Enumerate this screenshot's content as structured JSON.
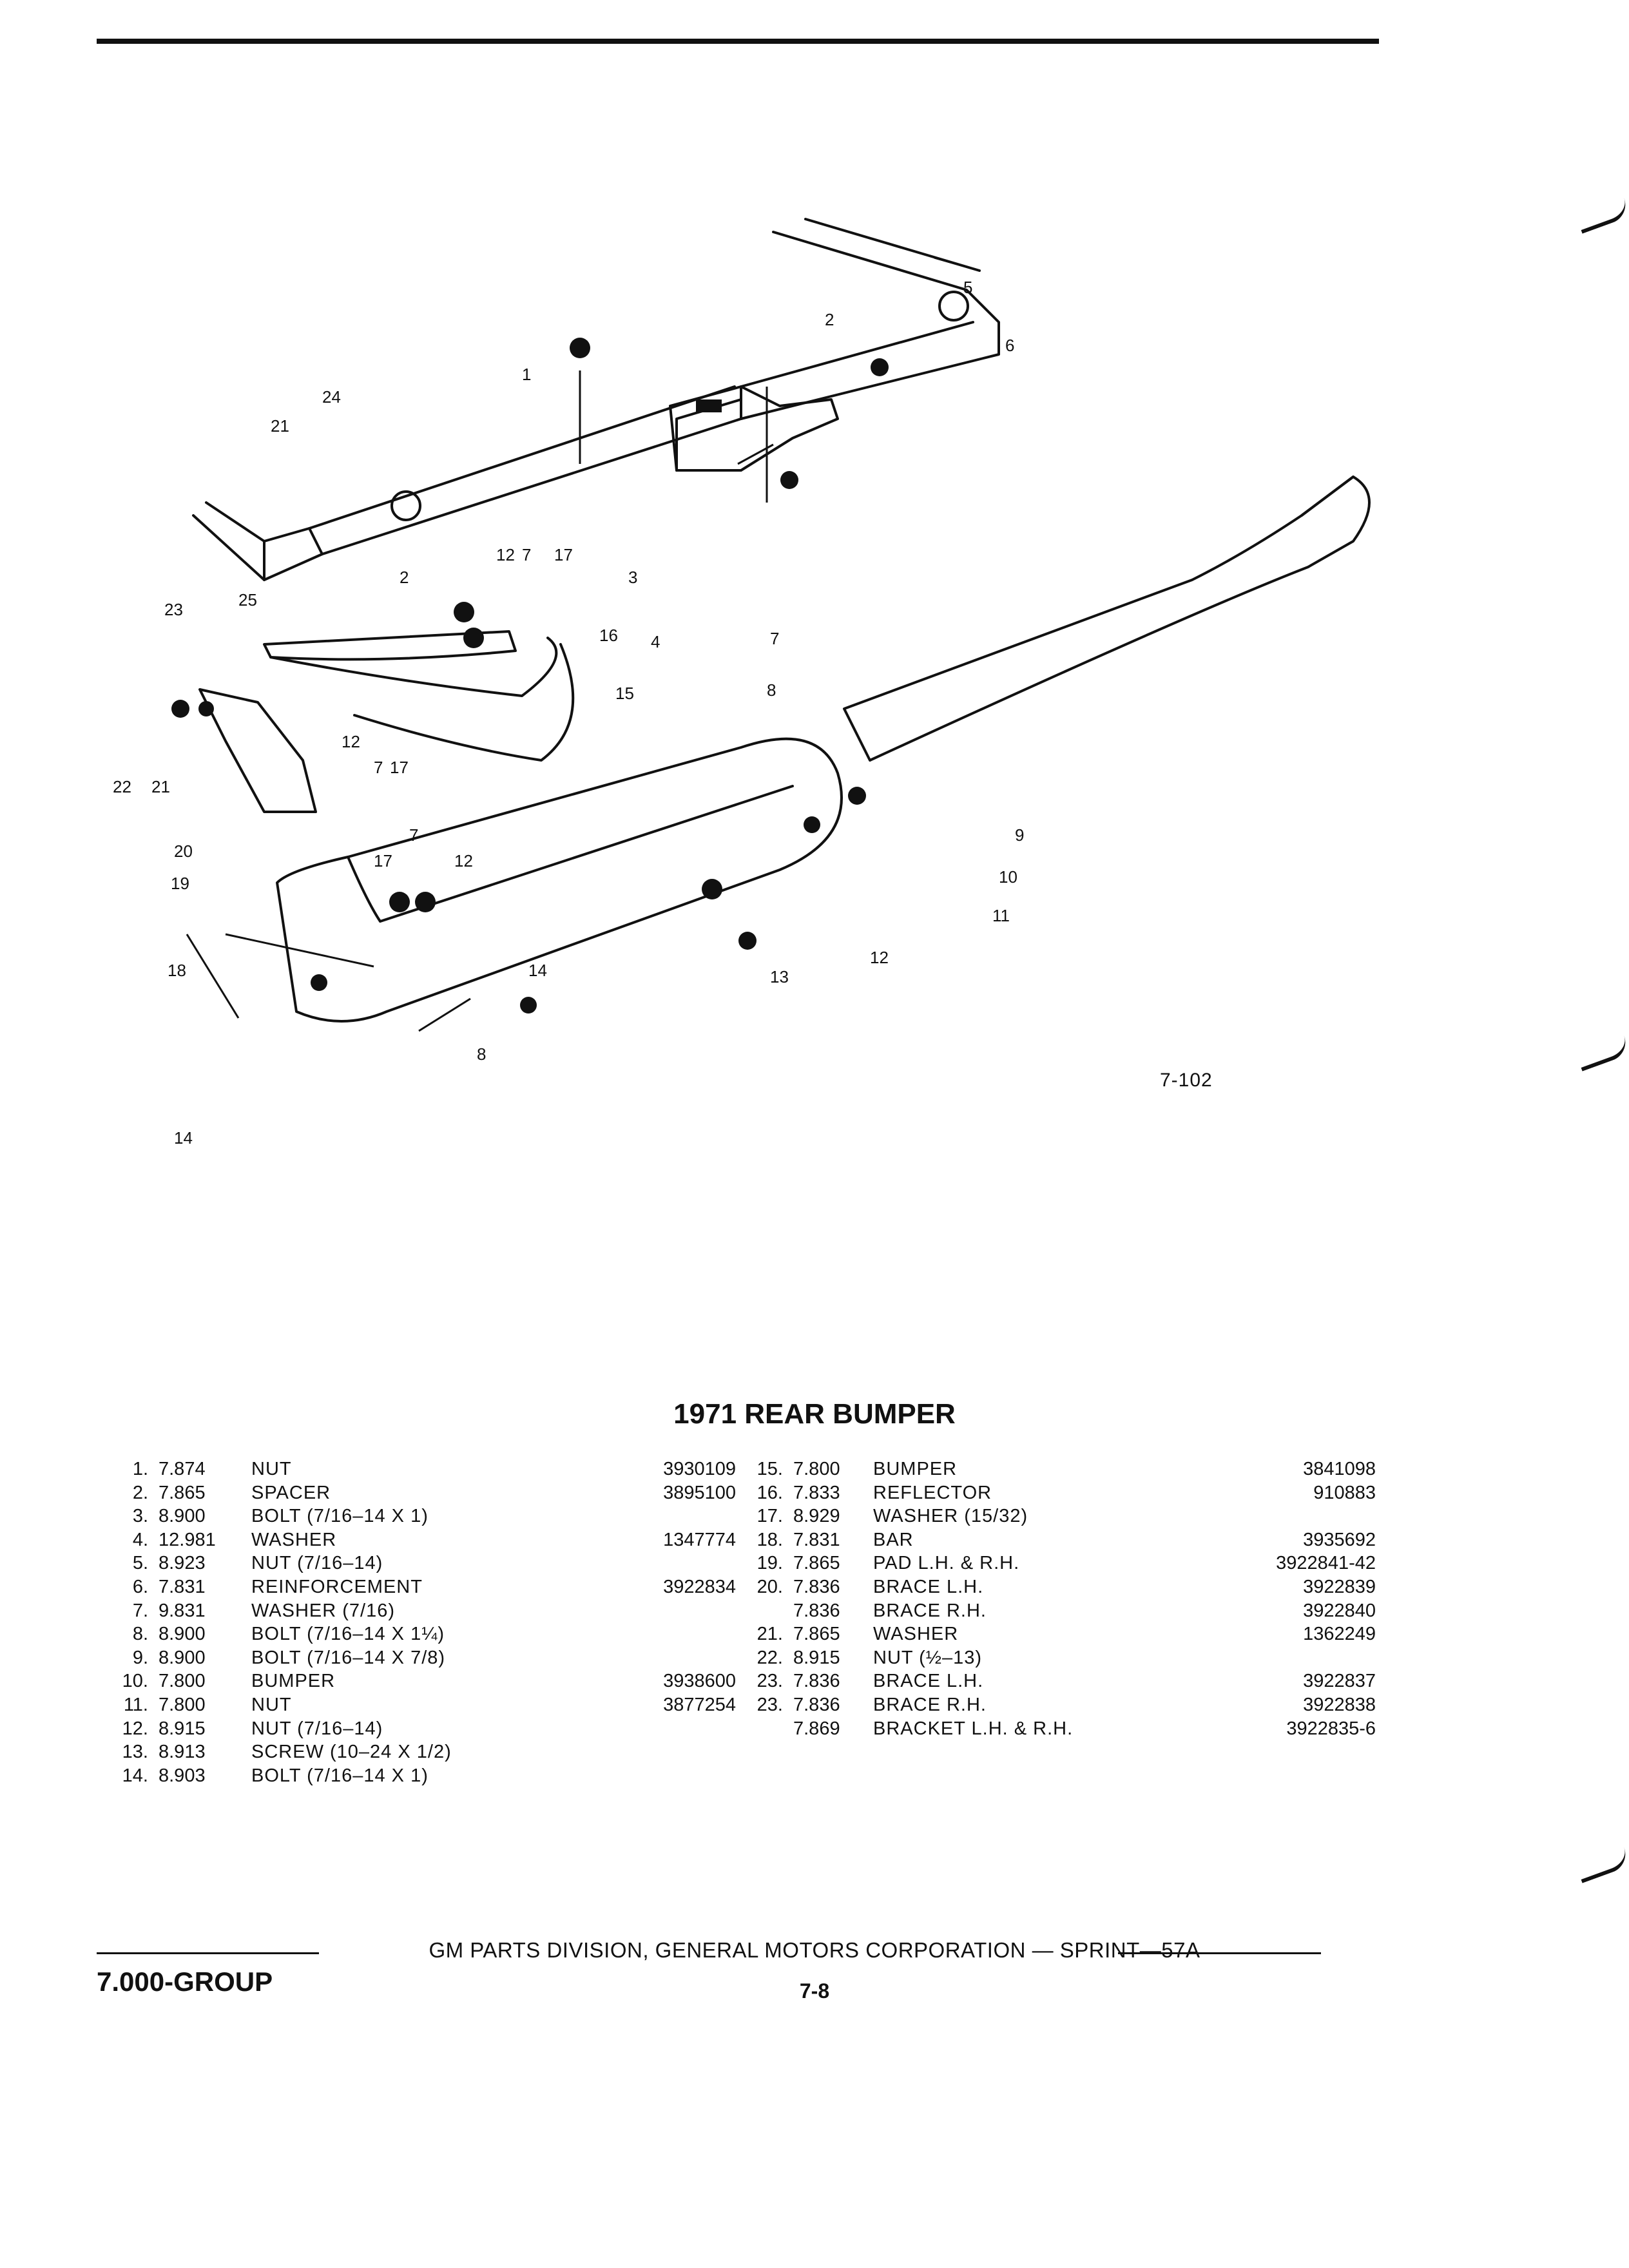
{
  "figure": {
    "label": "7-102",
    "callouts": [
      "1",
      "2",
      "3",
      "4",
      "5",
      "6",
      "7",
      "8",
      "9",
      "10",
      "11",
      "12",
      "13",
      "14",
      "15",
      "16",
      "17",
      "18",
      "19",
      "20",
      "21",
      "22",
      "23",
      "24",
      "25"
    ]
  },
  "title": "1971 REAR BUMPER",
  "parts_left": [
    {
      "num": "1.",
      "code": "7.874",
      "desc": "NUT",
      "part": "3930109"
    },
    {
      "num": "2.",
      "code": "7.865",
      "desc": "SPACER",
      "part": "3895100"
    },
    {
      "num": "3.",
      "code": "8.900",
      "desc": "BOLT (7/16–14 x 1)",
      "part": ""
    },
    {
      "num": "4.",
      "code": "12.981",
      "desc": "WASHER",
      "part": "1347774"
    },
    {
      "num": "5.",
      "code": "8.923",
      "desc": "NUT (7/16–14)",
      "part": ""
    },
    {
      "num": "6.",
      "code": "7.831",
      "desc": "REINFORCEMENT",
      "part": "3922834"
    },
    {
      "num": "7.",
      "code": "9.831",
      "desc": "WASHER (7/16)",
      "part": ""
    },
    {
      "num": "8.",
      "code": "8.900",
      "desc": "BOLT (7/16–14 x 1¼)",
      "part": ""
    },
    {
      "num": "9.",
      "code": "8.900",
      "desc": "BOLT (7/16–14 x 7/8)",
      "part": ""
    },
    {
      "num": "10.",
      "code": "7.800",
      "desc": "BUMPER",
      "part": "3938600"
    },
    {
      "num": "11.",
      "code": "7.800",
      "desc": "NUT",
      "part": "3877254"
    },
    {
      "num": "12.",
      "code": "8.915",
      "desc": "NUT (7/16–14)",
      "part": ""
    },
    {
      "num": "13.",
      "code": "8.913",
      "desc": "SCREW (10–24 x 1/2)",
      "part": ""
    },
    {
      "num": "14.",
      "code": "8.903",
      "desc": "BOLT (7/16–14 x 1)",
      "part": ""
    }
  ],
  "parts_right": [
    {
      "num": "15.",
      "code": "7.800",
      "desc": "BUMPER",
      "part": "3841098"
    },
    {
      "num": "16.",
      "code": "7.833",
      "desc": "REFLECTOR",
      "part": "910883"
    },
    {
      "num": "17.",
      "code": "8.929",
      "desc": "WASHER (15/32)",
      "part": ""
    },
    {
      "num": "18.",
      "code": "7.831",
      "desc": "BAR",
      "part": "3935692"
    },
    {
      "num": "19.",
      "code": "7.865",
      "desc": "PAD L.H. & R.H.",
      "part": "3922841-42"
    },
    {
      "num": "20.",
      "code": "7.836",
      "desc": "BRACE L.H.",
      "part": "3922839"
    },
    {
      "num": "",
      "code": "7.836",
      "desc": "BRACE R.H.",
      "part": "3922840"
    },
    {
      "num": "21.",
      "code": "7.865",
      "desc": "WASHER",
      "part": "1362249"
    },
    {
      "num": "22.",
      "code": "8.915",
      "desc": "NUT (½–13)",
      "part": ""
    },
    {
      "num": "23.",
      "code": "7.836",
      "desc": "BRACE L.H.",
      "part": "3922837"
    },
    {
      "num": "23.",
      "code": "7.836",
      "desc": "BRACE R.H.",
      "part": "3922838"
    },
    {
      "num": "",
      "code": "7.869",
      "desc": "BRACKET L.H. & R.H.",
      "part": "3922835-6"
    }
  ],
  "footer": {
    "text": "GM PARTS DIVISION, GENERAL MOTORS CORPORATION — SPRINT—57A",
    "group": "7.000-GROUP",
    "page": "7-8"
  }
}
